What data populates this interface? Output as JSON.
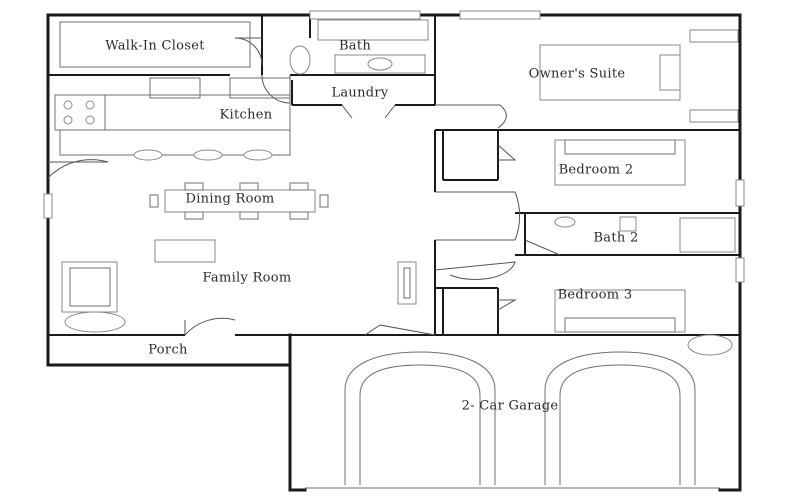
{
  "rooms": {
    "walk_in_closet": "Walk-In Closet",
    "bath": "Bath",
    "owners_suite": "Owner's Suite",
    "laundry": "Laundry",
    "kitchen": "Kitchen",
    "bedroom_2": "Bedroom 2",
    "dining_room": "Dining Room",
    "bath_2": "Bath 2",
    "family_room": "Family Room",
    "bedroom_3": "Bedroom 3",
    "porch": "Porch",
    "garage": "2- Car Garage"
  }
}
